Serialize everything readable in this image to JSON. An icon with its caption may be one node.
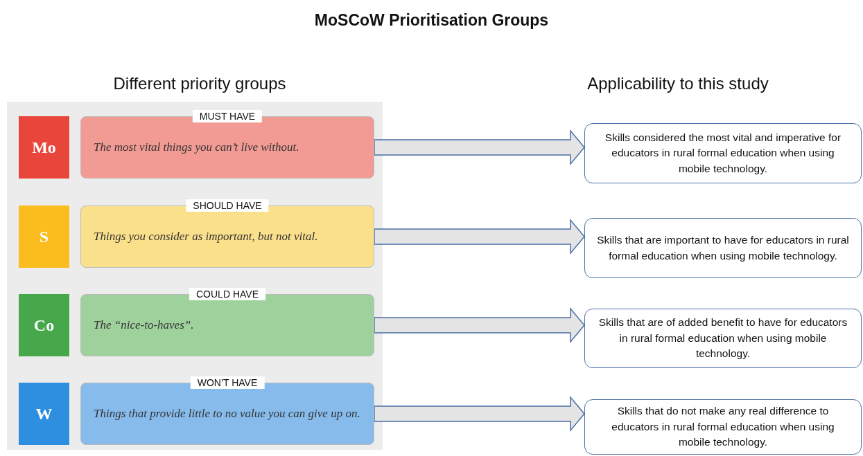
{
  "diagram": {
    "title": "MoSCoW Prioritisation Groups",
    "labels": [
      "Different priority groups",
      "Applicability to this study"
    ],
    "nodes": [
      {
        "text": [
          "Mo"
        ]
      },
      {
        "text": [
          "MUST HAVE",
          "The most vital things you can’t live without."
        ]
      },
      {
        "text": [
          "Skills considered the most vital and imperative for educators in rural formal education when using mobile technology."
        ]
      },
      {
        "text": [
          "S"
        ]
      },
      {
        "text": [
          "SHOULD HAVE",
          "Things you consider as important, but not vital."
        ]
      },
      {
        "text": [
          "Skills that are important to have for educators in rural formal education when using mobile technology."
        ]
      },
      {
        "text": [
          "Co"
        ]
      },
      {
        "text": [
          "COULD HAVE",
          "The “nice-to-haves”."
        ]
      },
      {
        "text": [
          "Skills that are of added benefit to have for educators in rural formal education when using mobile technology."
        ]
      },
      {
        "text": [
          "W"
        ]
      },
      {
        "text": [
          "WON’T HAVE",
          "Things that provide little to no value you can give up on."
        ]
      },
      {
        "text": [
          "Skills that do not make any real difference to educators in rural formal education when using mobile technology."
        ]
      }
    ],
    "edges": [
      {
        "from": 1,
        "to": 2,
        "arrow": "to"
      },
      {
        "from": 4,
        "to": 5,
        "arrow": "to"
      },
      {
        "from": 7,
        "to": 8,
        "arrow": "to"
      },
      {
        "from": 10,
        "to": 11,
        "arrow": "to"
      }
    ]
  }
}
